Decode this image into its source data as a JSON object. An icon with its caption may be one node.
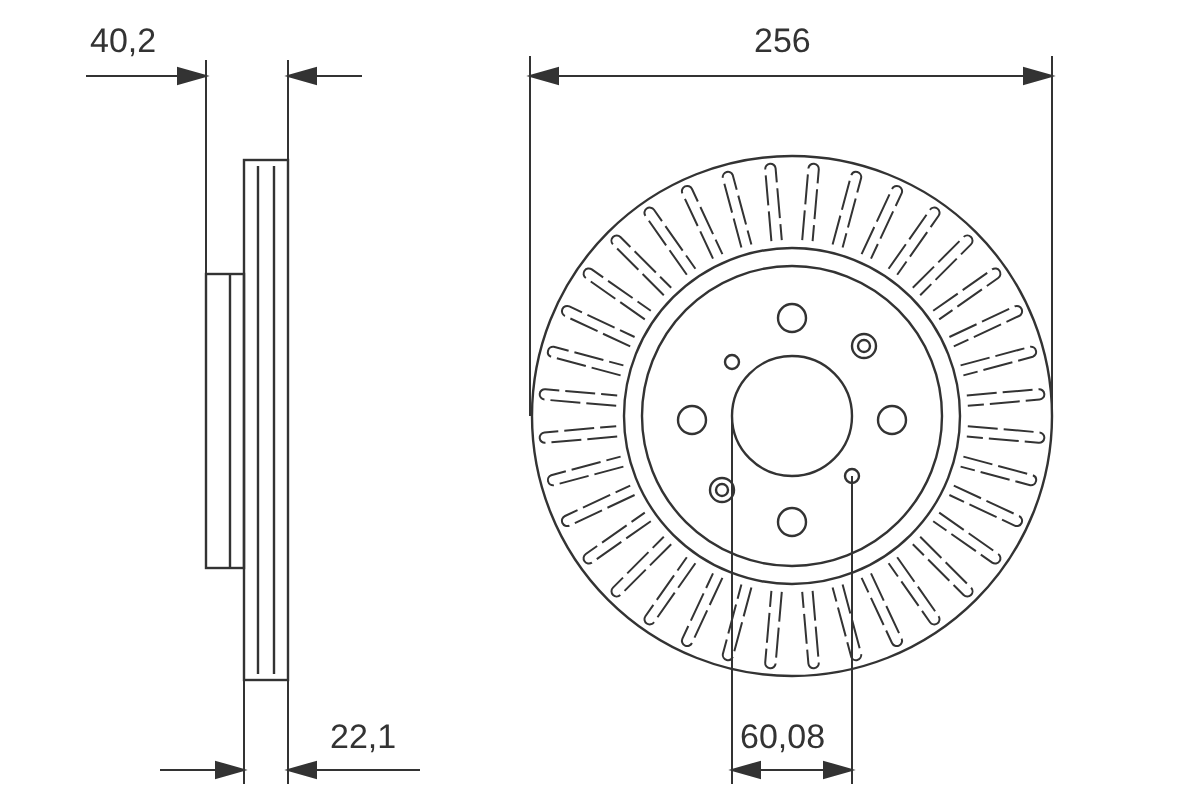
{
  "diagram": {
    "labels": [
      "40,2",
      "256",
      "22,1",
      "60,08"
    ]
  }
}
